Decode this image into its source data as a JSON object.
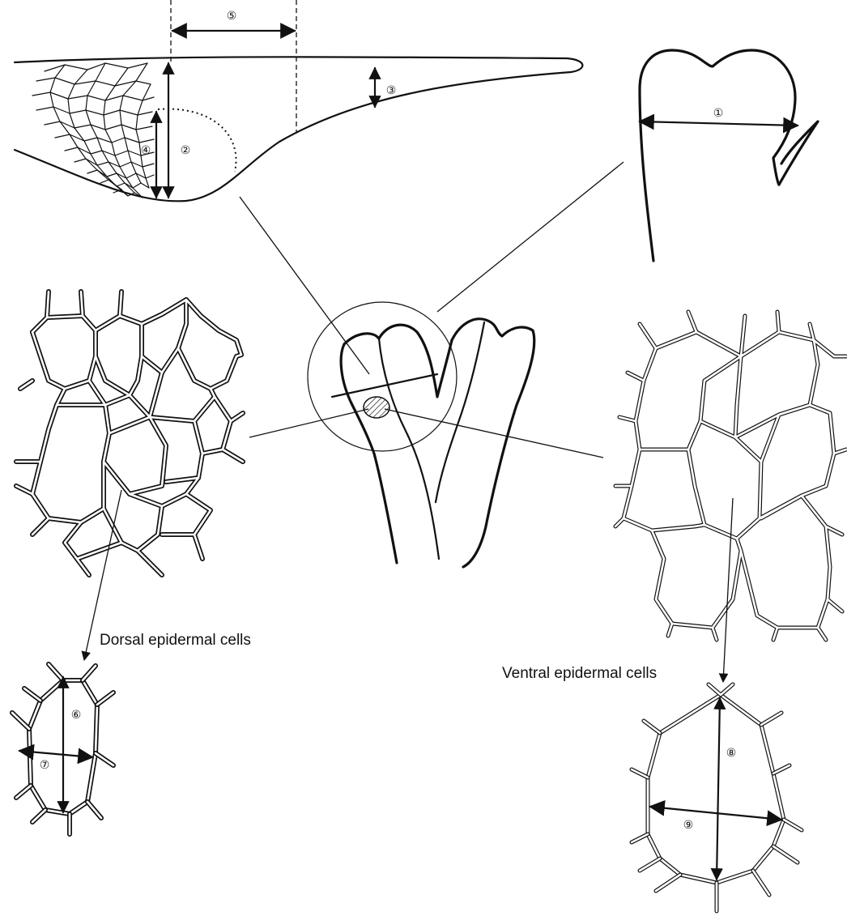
{
  "labels": {
    "dorsal": "Dorsal epidermal cells",
    "ventral": "Ventral epidermal cells"
  },
  "markers": {
    "m1": "①",
    "m2": "②",
    "m3": "③",
    "m4": "④",
    "m5": "⑤",
    "m6": "⑥",
    "m7": "⑦",
    "m8": "⑧",
    "m9": "⑨"
  }
}
